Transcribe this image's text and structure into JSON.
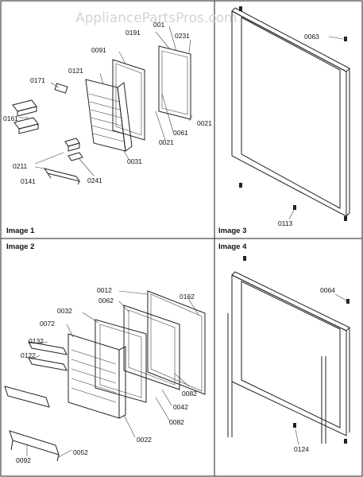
{
  "watermark": "AppliancePartsPros.com",
  "panels": [
    {
      "caption": "Image 1"
    },
    {
      "caption": "Image 3"
    },
    {
      "caption": "Image 2"
    },
    {
      "caption": "Image 4"
    }
  ],
  "callouts": {
    "image1": [
      "0191",
      "001",
      "0231",
      "0091",
      "0121",
      "0171",
      "0161",
      "0061",
      "0021",
      "0021",
      "0031",
      "0211",
      "0141",
      "0241"
    ],
    "image3": [
      "0063",
      "0113"
    ],
    "image2": [
      "0012",
      "0062",
      "0162",
      "0032",
      "0072",
      "0132",
      "0122",
      "0082",
      "0042",
      "0082",
      "0022",
      "0092",
      "0052"
    ],
    "image4": [
      "0064",
      "0124"
    ]
  }
}
